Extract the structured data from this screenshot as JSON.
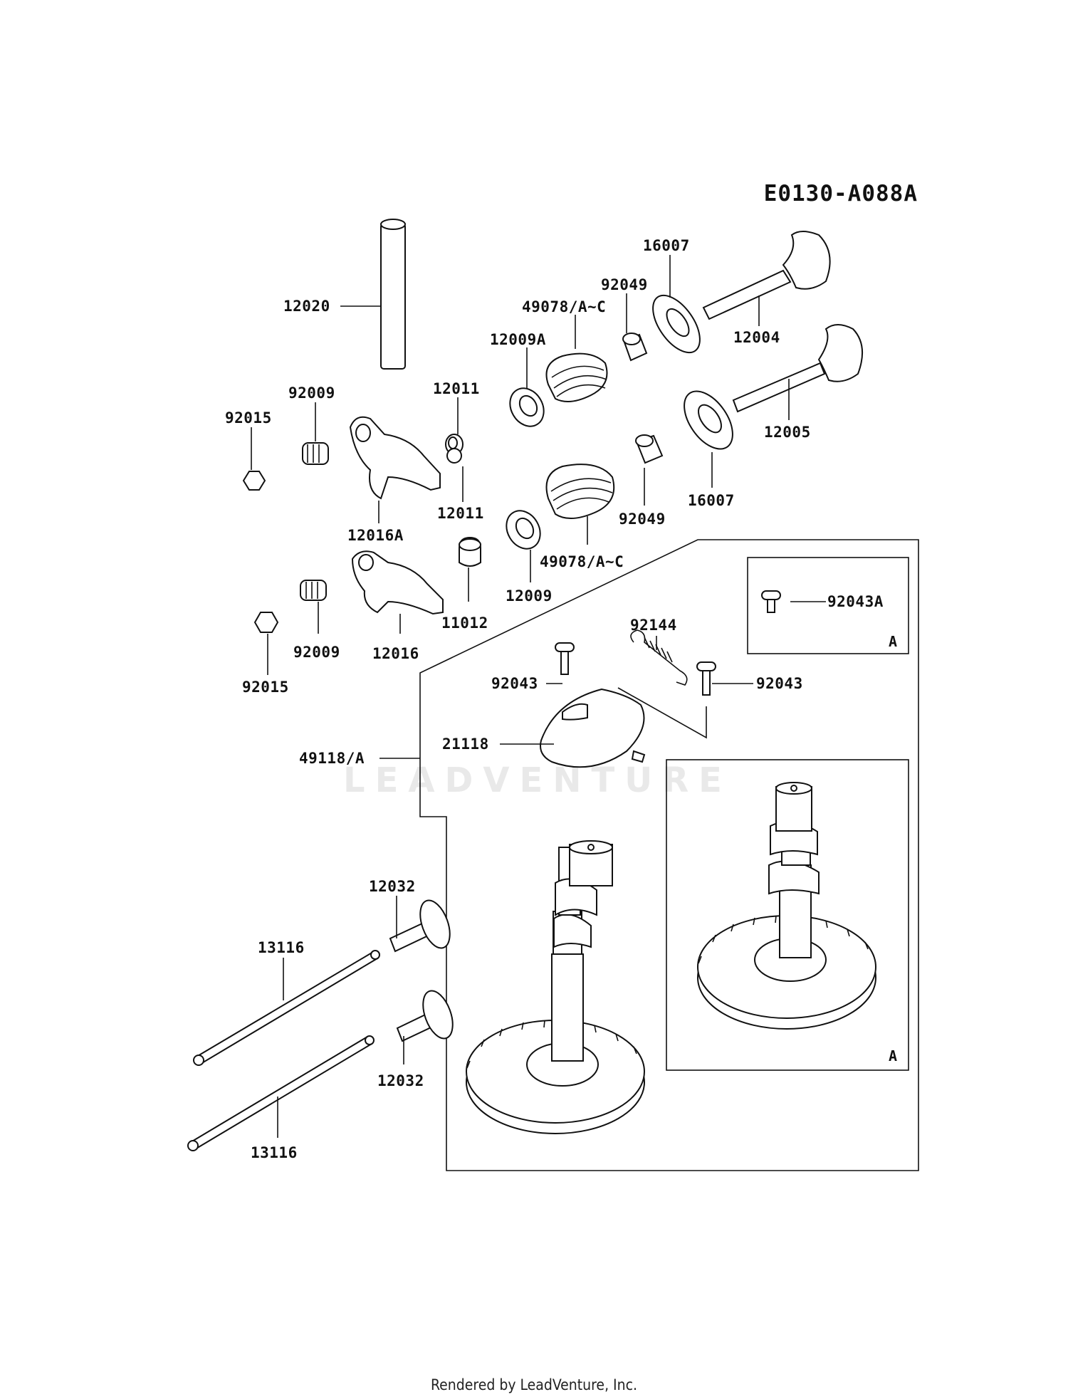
{
  "diagram_code": "E0130-A088A",
  "watermark": "LEADVENTURE",
  "footer": "Rendered by LeadVenture, Inc.",
  "corner_marks": [
    "A",
    "A"
  ],
  "callouts": {
    "p12020": "12020",
    "p16007a": "16007",
    "p92049a": "92049",
    "p49078a": "49078/A~C",
    "p12004": "12004",
    "p12009A": "12009A",
    "p12011a": "12011",
    "p92009a": "92009",
    "p92015a": "92015",
    "p12005": "12005",
    "p12011b": "12011",
    "p92049b": "92049",
    "p16007b": "16007",
    "p12016A": "12016A",
    "p49078b": "49078/A~C",
    "p92043A": "92043A",
    "p12009": "12009",
    "p11012": "11012",
    "p92009b": "92009",
    "p12016": "12016",
    "p92144": "92144",
    "p92015b": "92015",
    "p92043a": "92043",
    "p92043b": "92043",
    "p21118": "21118",
    "p49118A": "49118/A",
    "p12032a": "12032",
    "p13116a": "13116",
    "p12032b": "12032",
    "p13116b": "13116"
  }
}
